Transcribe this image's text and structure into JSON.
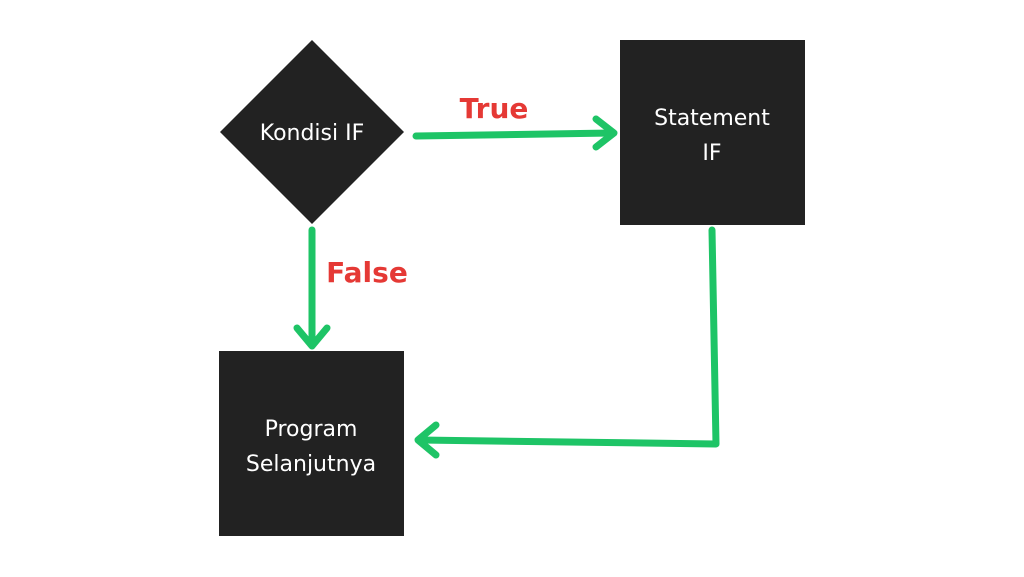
{
  "colors": {
    "node_fill": "#222222",
    "node_text": "#ffffff",
    "arrow": "#1ec466",
    "edge_label": "#e53935",
    "background": "#ffffff"
  },
  "nodes": {
    "condition": {
      "shape": "diamond",
      "label": "Kondisi IF"
    },
    "statement": {
      "shape": "square",
      "label_line1": "Statement",
      "label_line2": "IF"
    },
    "next_program": {
      "shape": "square",
      "label_line1": "Program",
      "label_line2": "Selanjutnya"
    }
  },
  "edges": {
    "true_label": "True",
    "false_label": "False"
  }
}
